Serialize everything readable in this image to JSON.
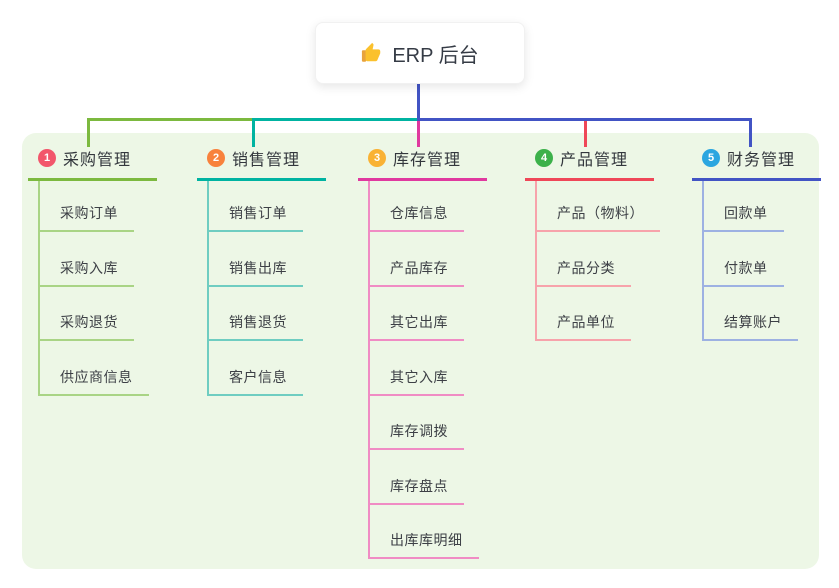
{
  "root": {
    "icon": "thumbs-up",
    "label": "ERP 后台"
  },
  "colors": {
    "page_bg": "#ffffff",
    "panel_bg": "#edf7e6",
    "trunk": "#4254c4",
    "node_text": "#353b45",
    "icon_yellow": "#fbc12d",
    "icon_sleeve": "#e8a33d"
  },
  "branches": [
    {
      "num": "1",
      "label": "采购管理",
      "line_color": "#7cb93f",
      "child_line_color": "#a9d485",
      "badge_color": "#f2566b",
      "children": [
        "采购订单",
        "采购入库",
        "采购退货",
        "供应商信息"
      ]
    },
    {
      "num": "2",
      "label": "销售管理",
      "line_color": "#00b3a1",
      "child_line_color": "#6fcdc1",
      "badge_color": "#f8823c",
      "children": [
        "销售订单",
        "销售出库",
        "销售退货",
        "客户信息"
      ]
    },
    {
      "num": "3",
      "label": "库存管理",
      "line_color": "#e0399f",
      "child_line_color": "#f08cc4",
      "badge_color": "#f9b234",
      "children": [
        "仓库信息",
        "产品库存",
        "其它出库",
        "其它入库",
        "库存调拨",
        "库存盘点",
        "出库库明细"
      ]
    },
    {
      "num": "4",
      "label": "产品管理",
      "line_color": "#ef4758",
      "child_line_color": "#f7a3ab",
      "badge_color": "#3cb14a",
      "children": [
        "产品（物料）",
        "产品分类",
        "产品单位"
      ]
    },
    {
      "num": "5",
      "label": "财务管理",
      "line_color": "#4254c4",
      "child_line_color": "#9db1e2",
      "badge_color": "#2ba6e0",
      "children": [
        "回款单",
        "付款单",
        "结算账户"
      ]
    }
  ]
}
